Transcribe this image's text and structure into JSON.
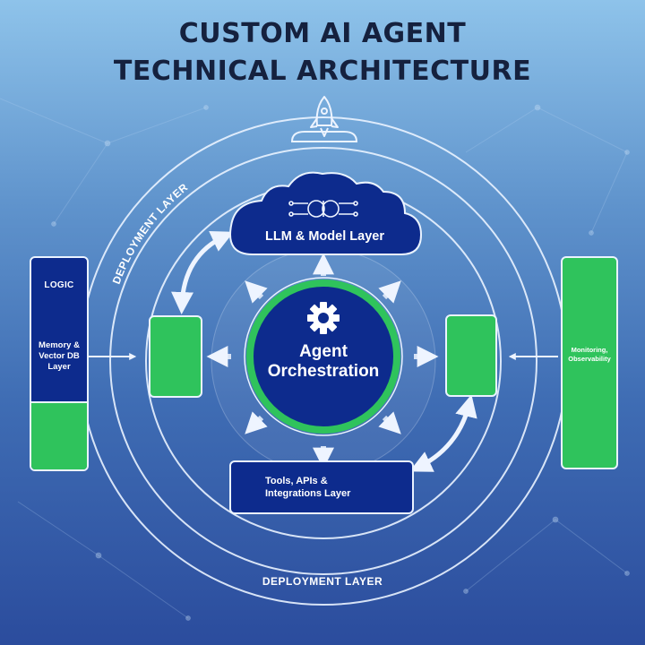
{
  "title": {
    "line1": "CUSTOM AI AGENT",
    "line2": "TECHNICAL ARCHITECTURE"
  },
  "deployment_top": "DEPLOYMENT LAYER",
  "deployment_bottom": "DEPLOYMENT LAYER",
  "left_panel": {
    "top_label": "LOGIC",
    "mid_label": "Memory & Vector DB Layer",
    "icon": "magnifier-icon"
  },
  "right_panel": {
    "label": "Monitoring, Observability",
    "top_icon": "eye-icon",
    "bottom_icon": "growth-chart-icon"
  },
  "llm_layer": {
    "label": "LLM & Model Layer",
    "icon": "brain-circuit-icon"
  },
  "core": {
    "line1": "Agent",
    "line2": "Orchestration",
    "icon": "gear-icon"
  },
  "tools_layer": {
    "label": "Tools, APIs & Integrations Layer",
    "icon": "wrench-icon"
  },
  "memory_node": {
    "icon": "database-icon"
  },
  "interface_node": {
    "icon": "browser-window-icon"
  },
  "deploy_icon": "rocket-icon",
  "colors": {
    "navy": "#0d2b8d",
    "green": "#2fc35c",
    "ring": "#eaf3ff",
    "title": "#15213e"
  }
}
